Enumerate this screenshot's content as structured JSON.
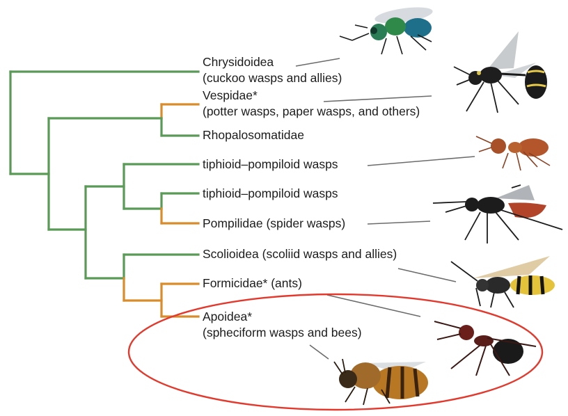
{
  "colors": {
    "green_branch": "#5a9a57",
    "orange_branch": "#d98c2b",
    "highlight_ellipse": "#e3382c",
    "leader_line": "#6b6b6b"
  },
  "taxa": [
    {
      "id": "chrysidoidea",
      "name": "Chrysidoidea",
      "note": "(cuckoo wasps and allies)",
      "branch_color": "green",
      "image": "cuckoo-wasp-icon"
    },
    {
      "id": "vespidae",
      "name": "Vespidae*",
      "note": "(potter wasps, paper wasps, and others)",
      "branch_color": "orange",
      "image": "potter-wasp-icon"
    },
    {
      "id": "rhopalosomatidae",
      "name": "Rhopalosomatidae",
      "note": "",
      "branch_color": "green",
      "image": ""
    },
    {
      "id": "tiphioid-1",
      "name": "tiphioid–pompiloid wasps",
      "note": "",
      "branch_color": "green",
      "image": "red-velvet-wasp-icon"
    },
    {
      "id": "tiphioid-2",
      "name": "tiphioid–pompiloid wasps",
      "note": "",
      "branch_color": "green",
      "image": ""
    },
    {
      "id": "pompilidae",
      "name": "Pompilidae (spider wasps)",
      "note": "",
      "branch_color": "orange",
      "image": "spider-wasp-icon"
    },
    {
      "id": "scolioidea",
      "name": "Scolioidea (scoliid wasps and allies)",
      "note": "",
      "branch_color": "green",
      "image": "scoliid-wasp-icon"
    },
    {
      "id": "formicidae",
      "name": "Formicidae* (ants)",
      "note": "",
      "branch_color": "orange",
      "image": "ant-icon"
    },
    {
      "id": "apoidea",
      "name": "Apoidea*",
      "note": "(spheciform wasps and bees)",
      "branch_color": "orange",
      "image": "honey-bee-icon"
    }
  ],
  "highlight": {
    "target": "apoidea",
    "shape": "ellipse"
  }
}
